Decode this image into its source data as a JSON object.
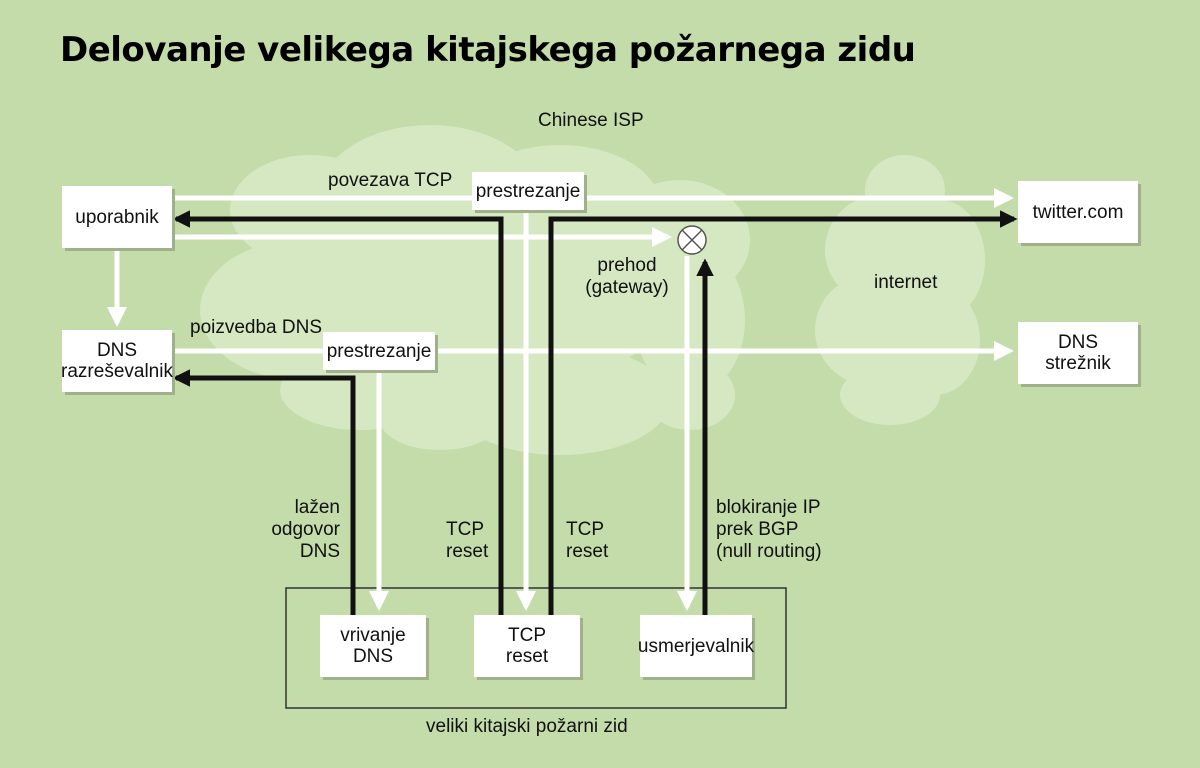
{
  "title": "Delovanje velikega kitajskega požarnega zidu",
  "labels": {
    "chinese_isp": "Chinese ISP",
    "internet": "internet",
    "tcp_connection": "povezava TCP",
    "dns_query": "poizvedba DNS",
    "gateway_line1": "prehod",
    "gateway_line2": "(gateway)",
    "fake_dns_line1": "lažen",
    "fake_dns_line2": "odgovor",
    "fake_dns_line3": "DNS",
    "tcp_reset_left_line1": "TCP",
    "tcp_reset_left_line2": "reset",
    "tcp_reset_right_line1": "TCP",
    "tcp_reset_right_line2": "reset",
    "ip_block_line1": "blokiranje IP",
    "ip_block_line2": "prek BGP",
    "ip_block_line3": "(null routing)",
    "great_firewall": "veliki kitajski požarni zid"
  },
  "boxes": {
    "user": "uporabnik",
    "dns_resolver_line1": "DNS",
    "dns_resolver_line2": "razreševalnik",
    "intercept_tcp": "prestrezanje",
    "intercept_dns": "prestrezanje",
    "twitter": "twitter.com",
    "dns_server_line1": "DNS",
    "dns_server_line2": "strežnik",
    "dns_injection_line1": "vrivanje",
    "dns_injection_line2": "DNS",
    "tcp_reset_line1": "TCP",
    "tcp_reset_line2": "reset",
    "router": "usmerjevalnik"
  },
  "colors": {
    "background": "#c3dcaa",
    "cloud": "#d6e8c2",
    "arrow_white": "#ffffff",
    "arrow_black": "#111111"
  }
}
